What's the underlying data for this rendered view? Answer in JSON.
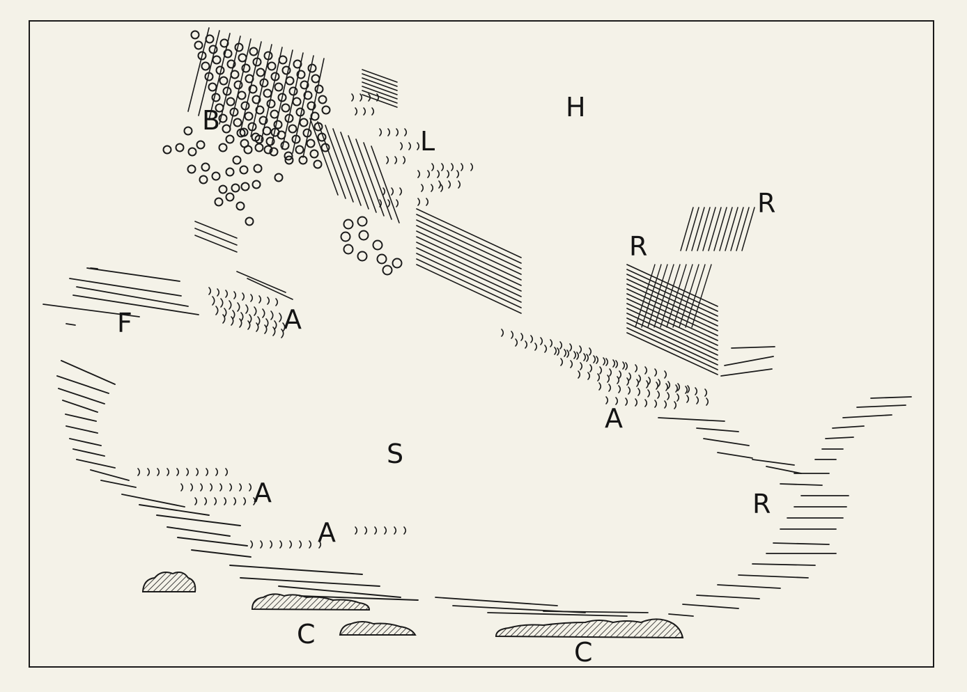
{
  "labels": {
    "H": "H",
    "L": "L",
    "B": "B",
    "F": "F",
    "S": "S",
    "R1": "R",
    "R2": "R",
    "R3": "R",
    "A1": "A",
    "A2": "A",
    "A3": "A",
    "A4": "A",
    "C1": "C",
    "C2": "C"
  },
  "colors": {
    "background": "#f4f2e8",
    "ink": "#1a1a1a"
  }
}
